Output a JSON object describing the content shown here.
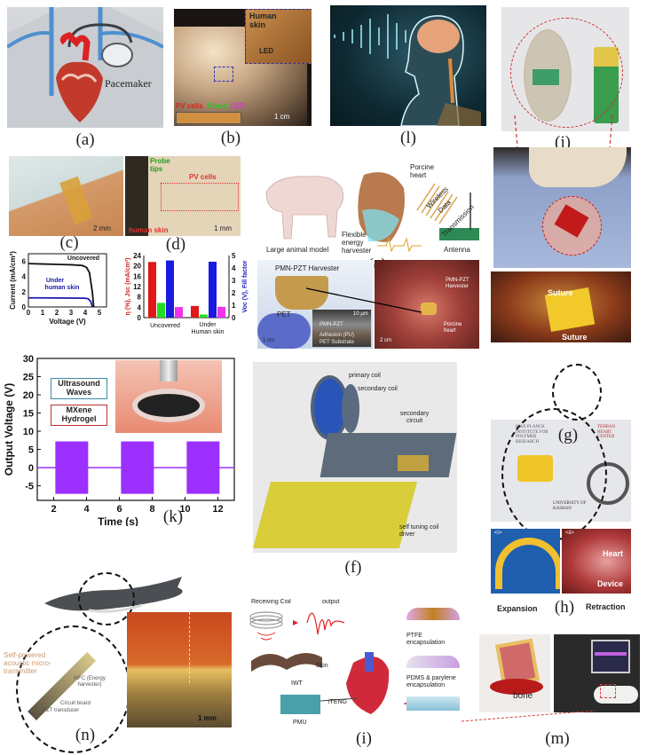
{
  "figure": {
    "panels": {
      "a": {
        "caption": "(a)",
        "label_pacemaker": "Pacemaker"
      },
      "b": {
        "caption": "(b)",
        "inset_label": "Human skin",
        "led": "LED",
        "pv_cells": "PV cells",
        "power": "Power",
        "led2": "LED",
        "scale": "1 cm"
      },
      "l": {
        "caption": "(l)"
      },
      "j": {
        "caption": "(j)"
      },
      "c": {
        "caption": "(c)",
        "scale": "2 mm"
      },
      "d": {
        "caption": "(d)",
        "probe_tips": "Probe tips",
        "pv_cells": "PV cells",
        "human_skin": "human skin",
        "scale": "1 mm"
      },
      "e": {
        "caption": "(e)",
        "porcine_heart": "Porcine heart",
        "wireless": "Wireless",
        "data": "Data",
        "transmission": "Transmission",
        "large_animal": "Large animal model",
        "flexible": "Flexible energy harvester",
        "antenna": "Antenna",
        "pmn_harvester": "PMN-PZT Harvester",
        "pet": "PET",
        "scale_10um": "10 μm",
        "layer_pmn": "PMN-PZT",
        "layer_adhesion": "Adhesion (PU)",
        "layer_pet": "PET Substrate",
        "scale_1cm": "1 cm",
        "scale_2cm": "2 cm",
        "pmn_harvester2": "PMN-PZT Harvester",
        "porcine_heart2": "Porcine heart"
      },
      "k": {
        "caption": "(k)",
        "ultrasound": "Ultrasound Waves",
        "mxene": "MXene Hydrogel"
      },
      "f": {
        "caption": "(f)",
        "primary_coil": "primary coil",
        "secondary_coil": "secondary coil",
        "secondary_circuit": "secondary circuit",
        "self_tuning": "self tuning coil driver"
      },
      "g": {
        "caption": "(g)",
        "suture1": "Suture",
        "suture2": "Suture",
        "max_planck": "MAX PLANCK INSTITUTE FOR POLYMER RESEARCH",
        "tehran": "TEHRAN HEART CENTER",
        "kashan": "UNIVERSITY OF KASHAN"
      },
      "h": {
        "caption": "(h)",
        "expansion": "Expansion",
        "retraction": "Retraction",
        "heart": "Heart",
        "device": "Device",
        "tag_i": "<i>",
        "tag_ii": "<ii>"
      },
      "n": {
        "caption": "(n)",
        "self_powered": "Self-powered acoustic micro-transmitter",
        "mfc": "MFC (Energy harvester)",
        "circuit_board": "Circuit board",
        "pzt": "PZT transducer",
        "scale": "1 mm"
      },
      "i": {
        "caption": "(i)",
        "receiving_coil": "Receiving Coil",
        "output": "output",
        "skin": "Skin",
        "iwt": "IWT",
        "iteng": "iTENG",
        "pmu": "PMU",
        "ptfe": "PTFE encapsulation",
        "pdms": "PDMS & parylene encapsulation"
      },
      "m": {
        "caption": "(m)",
        "bone": "bone"
      }
    }
  },
  "chart_data": [
    {
      "id": "c",
      "type": "line",
      "title": "",
      "xlabel": "Voltage (V)",
      "ylabel": "Current (mA/cm²)",
      "xlim": [
        0,
        5.5
      ],
      "ylim": [
        0,
        7
      ],
      "xticks": [
        0,
        1,
        2,
        3,
        4,
        5
      ],
      "yticks": [
        0,
        2,
        4,
        6
      ],
      "series": [
        {
          "name": "Uncovered",
          "color": "#111111",
          "x": [
            0,
            1,
            2,
            3,
            3.8,
            4.1,
            4.3,
            4.5,
            4.6
          ],
          "y": [
            5.7,
            5.65,
            5.6,
            5.55,
            5.45,
            5.2,
            4.5,
            2.0,
            0
          ]
        },
        {
          "name": "Under human skin",
          "color": "#1a1aa8",
          "x": [
            0,
            1,
            2,
            3,
            3.9,
            4.2,
            4.4,
            4.5
          ],
          "y": [
            1.2,
            1.2,
            1.18,
            1.17,
            1.15,
            1.1,
            0.7,
            0
          ]
        }
      ],
      "annotations": [
        "Uncovered",
        "Under human skin"
      ]
    },
    {
      "id": "d",
      "type": "bar",
      "categories": [
        "Uncovered",
        "Under Human skin"
      ],
      "ylabel_left": "η (%), Jsc (mA/cm²)",
      "ylabel_right": "Voc (V), Fill factor",
      "ylim_left": [
        0,
        24
      ],
      "ylim_right": [
        0,
        5
      ],
      "yticks_left": [
        0,
        4,
        8,
        12,
        16,
        20,
        24
      ],
      "yticks_right": [
        0,
        1,
        2,
        3,
        4,
        5
      ],
      "series": [
        {
          "name": "η (%)",
          "axis": "left",
          "color": "#e01818",
          "values": [
            21.5,
            4.5
          ]
        },
        {
          "name": "Jsc (mA/cm²)",
          "axis": "left",
          "color": "#22dd22",
          "values": [
            5.7,
            1.2
          ]
        },
        {
          "name": "Voc (V)",
          "axis": "right",
          "color": "#1a1ae0",
          "values": [
            4.6,
            4.5
          ]
        },
        {
          "name": "Fill factor",
          "axis": "right",
          "color": "#ee33ee",
          "values": [
            0.85,
            0.87
          ]
        }
      ]
    },
    {
      "id": "k",
      "type": "line",
      "xlabel": "Time (s)",
      "ylabel": "Output Voltage (V)",
      "xlim": [
        1,
        13
      ],
      "ylim": [
        -9,
        30
      ],
      "xticks": [
        2,
        4,
        6,
        8,
        10,
        12
      ],
      "yticks": [
        -5,
        0,
        5,
        10,
        15,
        20,
        25,
        30
      ],
      "series": [
        {
          "name": "Output voltage",
          "color": "#9b30ff",
          "bursts": [
            [
              2.1,
              4.1
            ],
            [
              6.1,
              8.1
            ],
            [
              10.1,
              12.1
            ]
          ],
          "amplitude": 7.2
        }
      ]
    }
  ]
}
